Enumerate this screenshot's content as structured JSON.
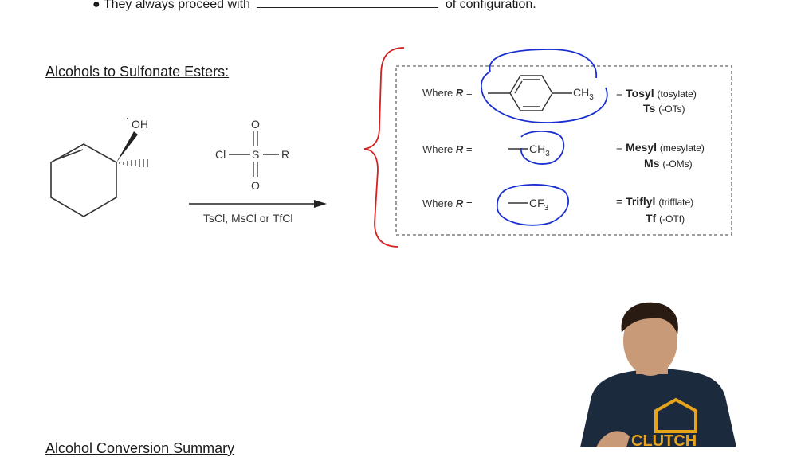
{
  "bullet": {
    "symbol": "●",
    "before": "They always proceed with",
    "after": "of configuration."
  },
  "section_heading": "Alcohols to Sulfonate Esters:",
  "bottom_heading": "Alcohol Conversion Summary",
  "reactant": {
    "oh_label": "OH"
  },
  "reagent_structure": {
    "cl": "Cl",
    "s": "S",
    "r": "R",
    "o_top": "O",
    "o_bottom": "O"
  },
  "arrow_label": "TsCl, MsCl or TfCl",
  "definitions": [
    {
      "where": "Where",
      "r": "R",
      "eq": "=",
      "group": "CH",
      "sub": "3",
      "name": "Tosyl",
      "paren": "(tosylate)",
      "abbr": "Ts",
      "abbr_paren": "(-OTs)"
    },
    {
      "where": "Where",
      "r": "R",
      "eq": "=",
      "group": "CH",
      "sub": "3",
      "name": "Mesyl",
      "paren": "(mesylate)",
      "abbr": "Ms",
      "abbr_paren": "(-OMs)"
    },
    {
      "where": "Where",
      "r": "R",
      "eq": "=",
      "group": "CF",
      "sub": "3",
      "name": "Triflyl",
      "paren": "(trifflate)",
      "abbr": "Tf",
      "abbr_paren": "(-OTf)"
    }
  ],
  "shirt_text": "CLUTCH",
  "colors": {
    "brace": "#d42020",
    "circle": "#1a2fd0",
    "dash_box": "#666666",
    "shirt": "#1c2a3e",
    "shirt_logo": "#e8a31c",
    "skin": "#c99a78",
    "hair": "#2a1b12"
  }
}
